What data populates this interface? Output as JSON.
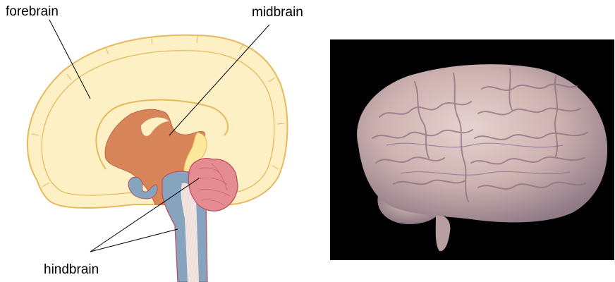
{
  "labels": {
    "forebrain": "forebrain",
    "midbrain": "midbrain",
    "hindbrain": "hindbrain"
  },
  "colors": {
    "forebrain_fill": "#fdf0c4",
    "forebrain_stroke": "#e7b95c",
    "midbrain_fill": "#d9855a",
    "ventricle_fill": "#fbe89a",
    "brainstem_fill": "#86a4bd",
    "brainstem_stroke": "#c05060",
    "cerebellum_fill": "#e58c93",
    "photo_background": "#000000",
    "brain_tissue": "#cdb2b0"
  }
}
